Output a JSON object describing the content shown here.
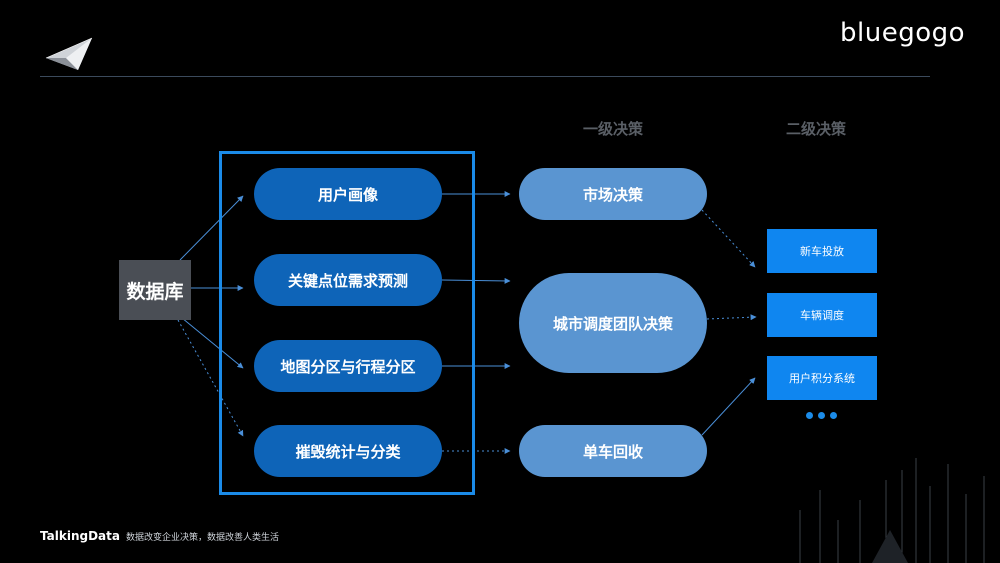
{
  "brand": {
    "name": "bluegogo"
  },
  "columns": {
    "level1": "一级决策",
    "level2": "二级决策"
  },
  "database": {
    "label": "数据库"
  },
  "inputs": [
    {
      "label": "用户画像"
    },
    {
      "label": "关键点位需求预测"
    },
    {
      "label": "地图分区与行程分区"
    },
    {
      "label": "摧毁统计与分类"
    }
  ],
  "level1": [
    {
      "label": "市场决策"
    },
    {
      "label": "城市调度团队决策"
    },
    {
      "label": "单车回收"
    }
  ],
  "level2": [
    {
      "label": "新车投放"
    },
    {
      "label": "车辆调度"
    },
    {
      "label": "用户积分系统"
    }
  ],
  "footer": {
    "brand": "TalkingData",
    "slogan": "数据改变企业决策，数据改善人类生活"
  },
  "colors": {
    "frame": "#1b8be8",
    "dark_pill": "#0e64b8",
    "light_pill": "#5a95d1",
    "square": "#0f86f0",
    "db": "#4a4e55"
  },
  "icons": [
    "paper-plane-logo-icon",
    "more-dots-icon"
  ]
}
